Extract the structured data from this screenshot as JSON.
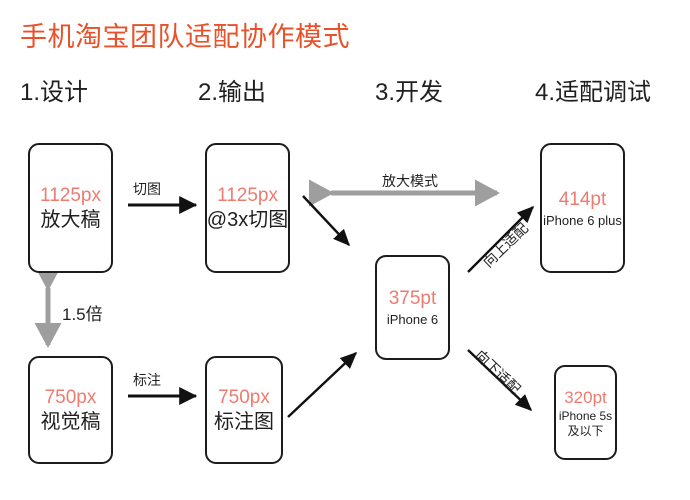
{
  "title": "手机淘宝团队适配协作模式",
  "colors": {
    "title": "#e8522a",
    "box_number": "#ec7c70",
    "box_label": "#1f1f1f",
    "box_border": "#1c1c1c",
    "black_arrow": "#111111",
    "gray_arrow": "#9e9e9e",
    "background": "#ffffff"
  },
  "stages": [
    {
      "label": "1.设计"
    },
    {
      "label": "2.输出"
    },
    {
      "label": "3.开发"
    },
    {
      "label": "4.适配调试"
    }
  ],
  "boxes": [
    {
      "id": "design-enlarged",
      "number": "1125px",
      "name": "放大稿"
    },
    {
      "id": "output-3x-slice",
      "number": "1125px",
      "name": "@3x切图"
    },
    {
      "id": "design-visual",
      "number": "750px",
      "name": "视觉稿"
    },
    {
      "id": "output-spec",
      "number": "750px",
      "name": "标注图"
    },
    {
      "id": "dev-iphone6",
      "number": "375pt",
      "name": "iPhone 6"
    },
    {
      "id": "debug-iphone6plus",
      "number": "414pt",
      "name": "iPhone 6 plus"
    },
    {
      "id": "debug-iphone5s",
      "number": "320pt",
      "name": "iPhone 5s",
      "name2": "及以下"
    }
  ],
  "arrow_labels": {
    "slice": "切图",
    "annotate": "标注",
    "scale_factor": "1.5倍",
    "zoom_mode": "放大模式",
    "adapt_up": "向上适配",
    "adapt_down": "向下适配"
  }
}
